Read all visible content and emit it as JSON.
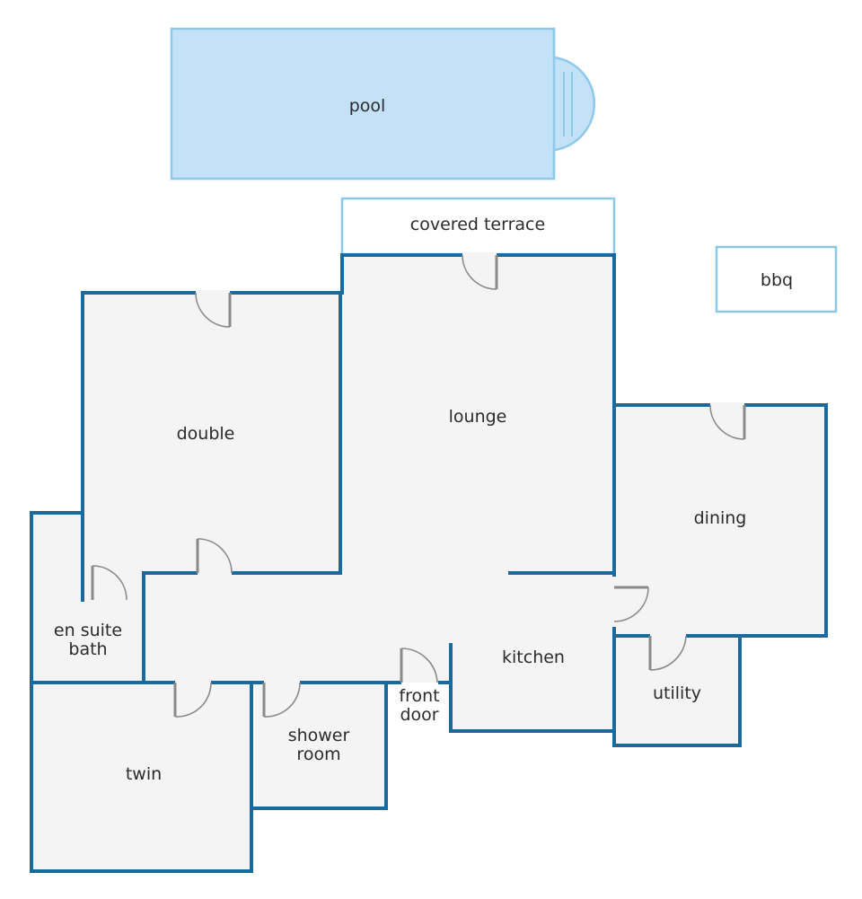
{
  "colors": {
    "wall": "#1a6aa0",
    "floor": "#f4f4f4",
    "pool_fill": "#c3e2f7",
    "outdoor_outline": "#8ec9ea",
    "door": "#8a8a8a",
    "text": "#2b2b2b"
  },
  "outdoor": {
    "pool": "pool",
    "covered_terrace": "covered terrace",
    "bbq": "bbq"
  },
  "rooms": {
    "double": "double",
    "lounge": "lounge",
    "dining": "dining",
    "en_suite_line1": "en suite",
    "en_suite_line2": "bath",
    "kitchen": "kitchen",
    "utility": "utility",
    "twin": "twin",
    "shower_line1": "shower",
    "shower_line2": "room",
    "front_door_line1": "front",
    "front_door_line2": "door"
  }
}
